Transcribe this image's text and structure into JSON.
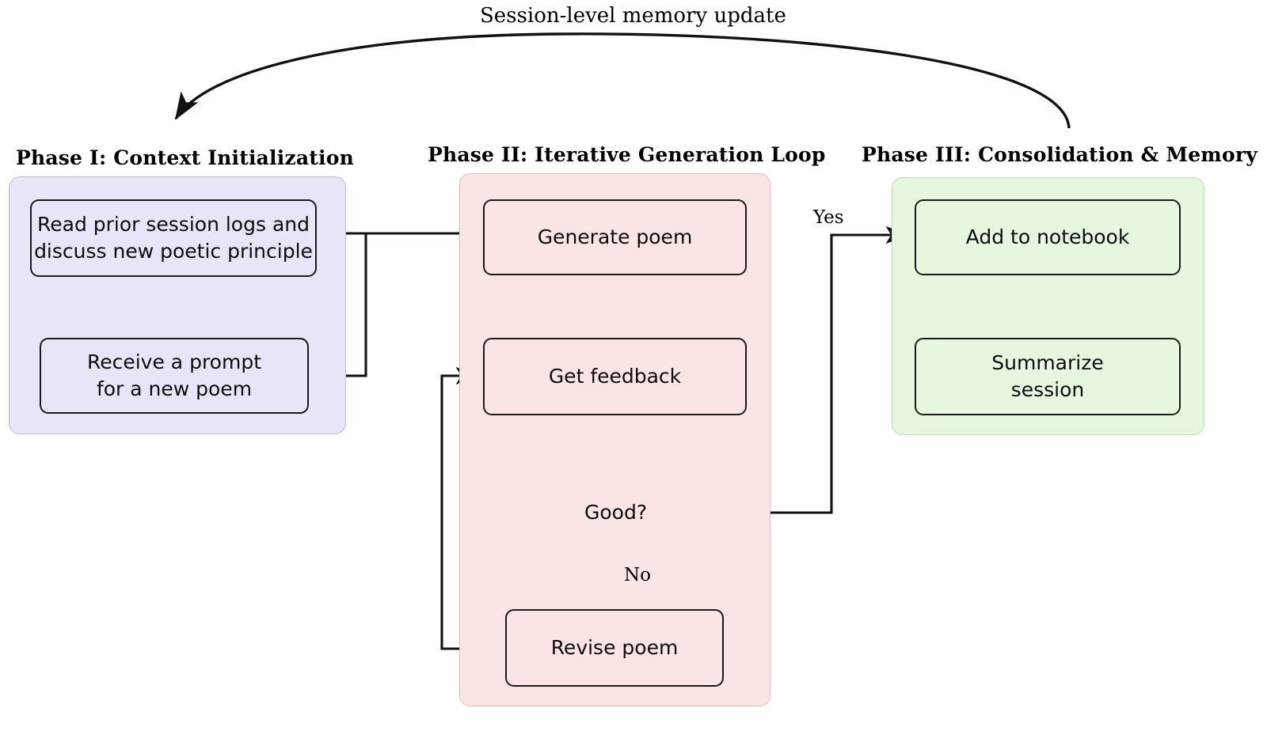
{
  "diagram": {
    "title_caption": "Session-level memory update",
    "phases": [
      {
        "id": "phase-1",
        "title": "Phase I: Context Initialization",
        "color": "#e6e6f8",
        "nodes": [
          {
            "id": "read-logs",
            "line1": "Read prior session logs and",
            "line2": "discuss new poetic principle"
          },
          {
            "id": "receive-prompt",
            "line1": "Receive a prompt",
            "line2": "for a new poem"
          }
        ]
      },
      {
        "id": "phase-2",
        "title": "Phase II: Iterative Generation Loop",
        "color": "#fbe4e4",
        "nodes": [
          {
            "id": "generate-poem",
            "line1": "Generate poem",
            "line2": ""
          },
          {
            "id": "get-feedback",
            "line1": "Get feedback",
            "line2": ""
          },
          {
            "id": "good-decision",
            "line1": "Good?",
            "line2": ""
          },
          {
            "id": "revise-poem",
            "line1": "Revise poem",
            "line2": ""
          }
        ]
      },
      {
        "id": "phase-3",
        "title": "Phase III: Consolidation & Memory",
        "color": "#e7f7df",
        "nodes": [
          {
            "id": "add-to-notebook",
            "line1": "Add to notebook",
            "line2": ""
          },
          {
            "id": "summarize-session",
            "line1": "Summarize",
            "line2": "session"
          }
        ]
      }
    ],
    "edge_labels": {
      "yes": "Yes",
      "no": "No"
    }
  }
}
